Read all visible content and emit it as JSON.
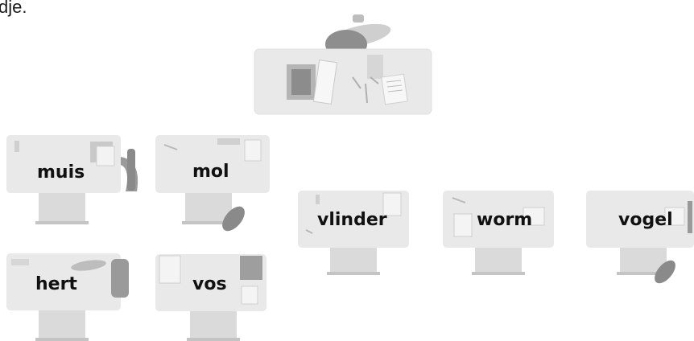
{
  "top_text": "dje.",
  "desks": [
    {
      "id": "muis",
      "label": "muis"
    },
    {
      "id": "mol",
      "label": "mol"
    },
    {
      "id": "vlinder",
      "label": "vlinder"
    },
    {
      "id": "worm",
      "label": "worm"
    },
    {
      "id": "vogel",
      "label": "vogel"
    },
    {
      "id": "hert",
      "label": "hert"
    },
    {
      "id": "vos",
      "label": "vos"
    }
  ],
  "colors": {
    "desk_top": "#e9e9e9",
    "desk_top_edge": "#dcdcdc",
    "chair": "#d9d9d9",
    "chair_dark": "#a8a8a8",
    "paper": "#f4f4f4",
    "label": "#111111"
  }
}
